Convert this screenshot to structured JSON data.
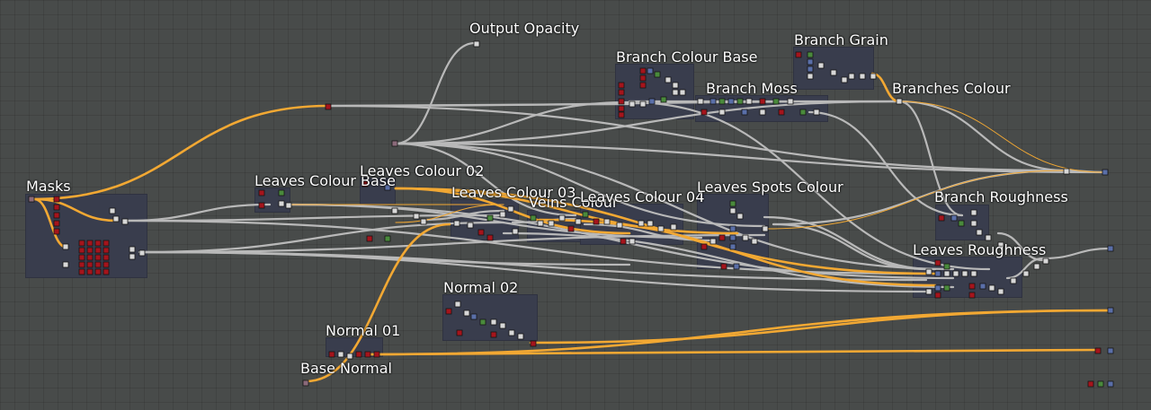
{
  "colors": {
    "background": "#484b4a",
    "frame": "#393d4d",
    "wire": "#b9b9b9",
    "highlight_wire": "#f2a833",
    "port_red": "#a5141c",
    "port_green": "#4a8a3c",
    "port_white": "#d8d8d8",
    "port_blue": "#5a6fa8",
    "port_mauve": "#8a6a7a"
  },
  "frames": {
    "masks": "Masks",
    "output_opacity": "Output Opacity",
    "branch_colour_base": "Branch Colour Base",
    "branch_grain": "Branch Grain",
    "branch_moss": "Branch Moss",
    "branches_colour": "Branches Colour",
    "leaves_colour_base": "Leaves Colour Base",
    "leaves_colour_02": "Leaves Colour 02",
    "leaves_colour_03": "Leaves Colour 03",
    "veins_colour": "Veins Colour",
    "leaves_colour_04": "Leaves Colour 04",
    "leaves_spots_colour": "Leaves Spots Colour",
    "branch_roughness": "Branch Roughness",
    "leaves_roughness": "Leaves Roughness",
    "normal_02": "Normal 02",
    "normal_01": "Normal 01",
    "base_normal": "Base Normal"
  }
}
